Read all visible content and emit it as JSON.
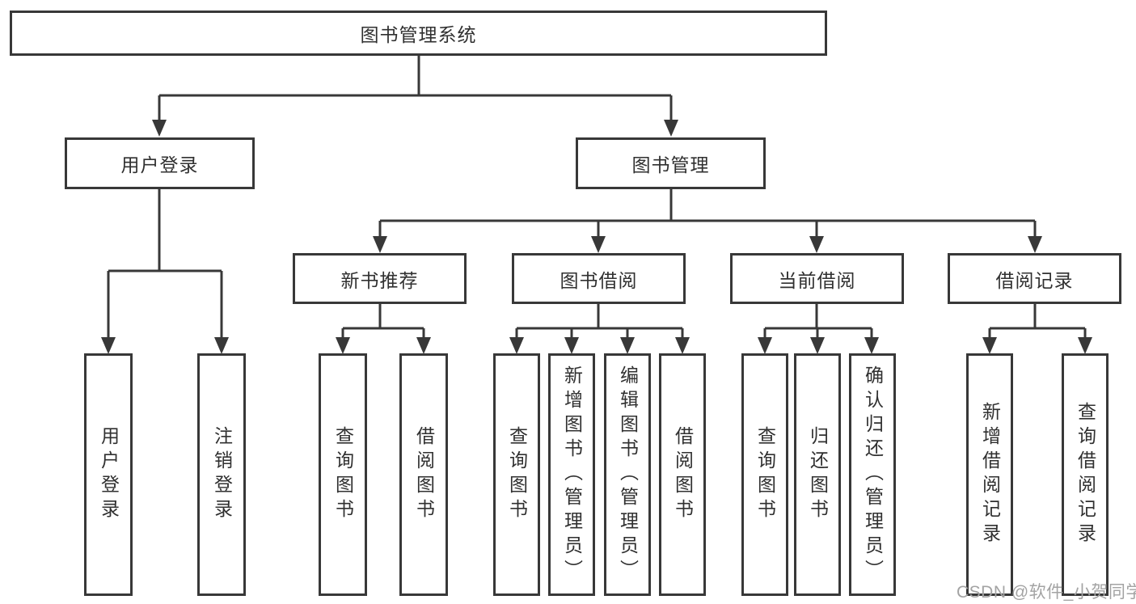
{
  "tree": {
    "label": "图书管理系统",
    "children": [
      {
        "label": "用户登录",
        "children": [
          {
            "label": "用户登录"
          },
          {
            "label": "注销登录"
          }
        ]
      },
      {
        "label": "图书管理",
        "children": [
          {
            "label": "新书推荐",
            "children": [
              {
                "label": "查询图书"
              },
              {
                "label": "借阅图书"
              }
            ]
          },
          {
            "label": "图书借阅",
            "children": [
              {
                "label": "查询图书"
              },
              {
                "label": "新增图书（管理员）"
              },
              {
                "label": "编辑图书（管理员）"
              },
              {
                "label": "借阅图书"
              }
            ]
          },
          {
            "label": "当前借阅",
            "children": [
              {
                "label": "查询图书"
              },
              {
                "label": "归还图书"
              },
              {
                "label": "确认归还（管理员）"
              }
            ]
          },
          {
            "label": "借阅记录",
            "children": [
              {
                "label": "新增借阅记录"
              },
              {
                "label": "查询借阅记录"
              }
            ]
          }
        ]
      }
    ]
  },
  "watermark": {
    "text": "CSDN @软件_小贺同学"
  },
  "colors": {
    "background": "#ffffff",
    "line": "#383838",
    "box_border": "#383838",
    "text": "#303030",
    "watermark": "#a3a3a3"
  }
}
